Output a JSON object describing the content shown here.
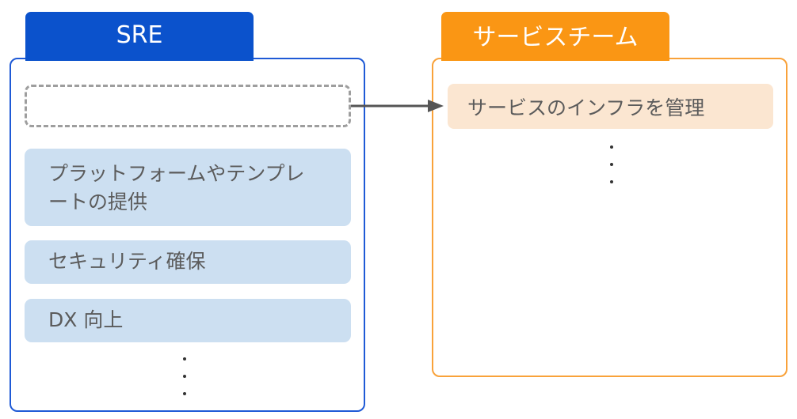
{
  "sre": {
    "title": "SRE",
    "items": [
      "プラットフォームやテンプレートの提供",
      "セキュリティ確保",
      "DX 向上"
    ]
  },
  "service_team": {
    "title": "サービスチーム",
    "items": [
      "サービスのインフラを管理"
    ]
  },
  "colors": {
    "sre_blue": "#0b52cc",
    "sre_border": "#1f5ad6",
    "sre_card": "#ccdff1",
    "service_orange": "#fa9614",
    "service_border": "#f9a23a",
    "service_card": "#fbe6d1",
    "placeholder_border": "#9e9e9e",
    "arrow": "#555555"
  }
}
